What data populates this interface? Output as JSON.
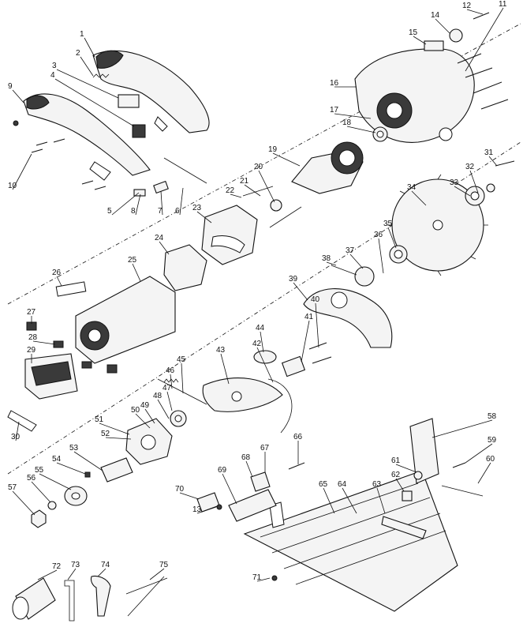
{
  "diagram": {
    "callouts": [
      "1",
      "2",
      "3",
      "4",
      "5",
      "6",
      "7",
      "8",
      "9",
      "10",
      "11",
      "12",
      "13",
      "14",
      "15",
      "16",
      "17",
      "18",
      "19",
      "20",
      "21",
      "22",
      "23",
      "24",
      "25",
      "26",
      "27",
      "28",
      "29",
      "30",
      "31",
      "32",
      "33",
      "34",
      "35",
      "36",
      "37",
      "38",
      "39",
      "40",
      "41",
      "42",
      "43",
      "44",
      "45",
      "46",
      "47",
      "48",
      "49",
      "50",
      "51",
      "52",
      "53",
      "54",
      "55",
      "56",
      "57",
      "58",
      "59",
      "60",
      "61",
      "62",
      "63",
      "64",
      "65",
      "66",
      "67",
      "68",
      "69",
      "70",
      "71",
      "72",
      "73",
      "74",
      "75"
    ]
  }
}
